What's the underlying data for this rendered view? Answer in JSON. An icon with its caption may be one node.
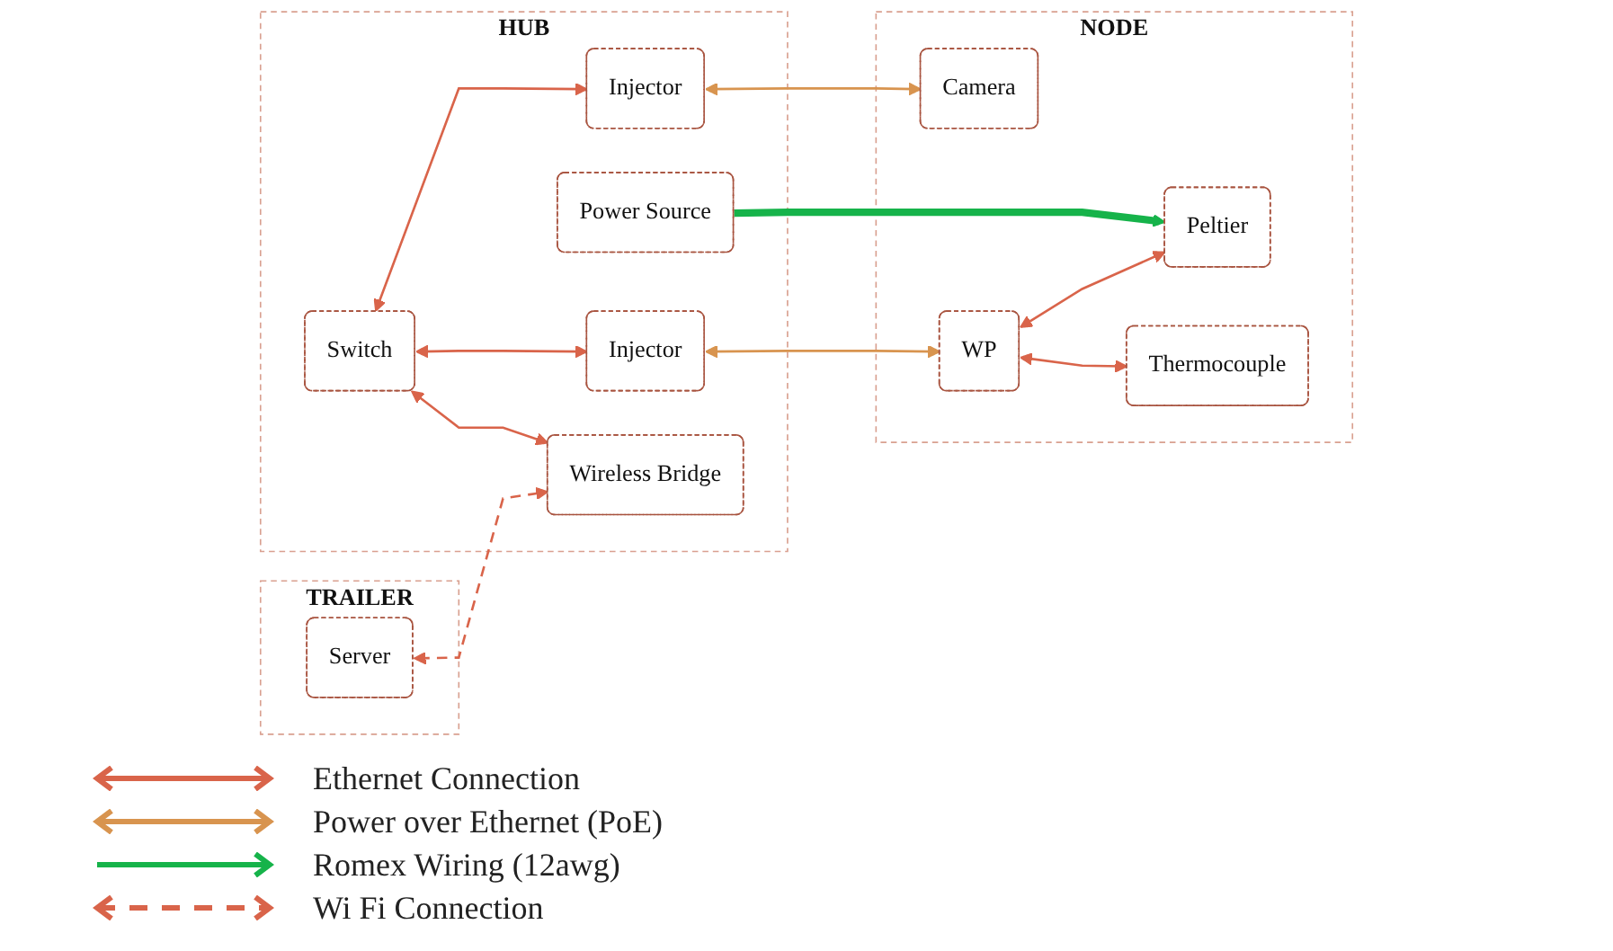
{
  "diagram": {
    "nodes": [
      {
        "text": [
          "TRAILER"
        ]
      },
      {
        "text": [
          "Server"
        ],
        "in": 0
      },
      {
        "text": [
          "HUB"
        ]
      },
      {
        "text": [
          "Switch"
        ],
        "in": 2
      },
      {
        "text": [
          "Injector"
        ],
        "in": 2
      },
      {
        "text": [
          "Injector"
        ],
        "in": 2
      },
      {
        "text": [
          "Power Source"
        ],
        "in": 2
      },
      {
        "text": [
          "Wireless Bridge"
        ],
        "in": 2
      },
      {
        "text": [
          "NODE"
        ]
      },
      {
        "text": [
          "Camera"
        ],
        "in": 8
      },
      {
        "text": [
          "Peltier"
        ],
        "in": 8
      },
      {
        "text": [
          "WP"
        ],
        "in": 8
      },
      {
        "text": [
          "Thermocouple"
        ],
        "in": 8
      }
    ],
    "edges": [
      {
        "from": 3,
        "to": 4,
        "arrow": "both"
      },
      {
        "from": 3,
        "to": 5,
        "arrow": "both"
      },
      {
        "from": 4,
        "to": 9,
        "arrow": "both",
        "color": "#d8944f"
      },
      {
        "from": 5,
        "to": 11,
        "arrow": "both",
        "color": "#d8944f"
      },
      {
        "from": 3,
        "to": 7,
        "arrow": "both"
      },
      {
        "from": 6,
        "to": 10,
        "arrow": "to",
        "style": "thick",
        "color": "#16b34a"
      },
      {
        "from": 11,
        "to": 10,
        "arrow": "both"
      },
      {
        "from": 11,
        "to": 12,
        "arrow": "both"
      },
      {
        "from": 1,
        "to": 7,
        "arrow": "both",
        "style": "dashed"
      }
    ],
    "legend": [
      {
        "text": "Ethernet Connection"
      },
      {
        "text": "Power over Ethernet (PoE)"
      },
      {
        "text": "Romex Wiring (12awg)"
      },
      {
        "text": "Wi Fi Connection"
      }
    ]
  }
}
